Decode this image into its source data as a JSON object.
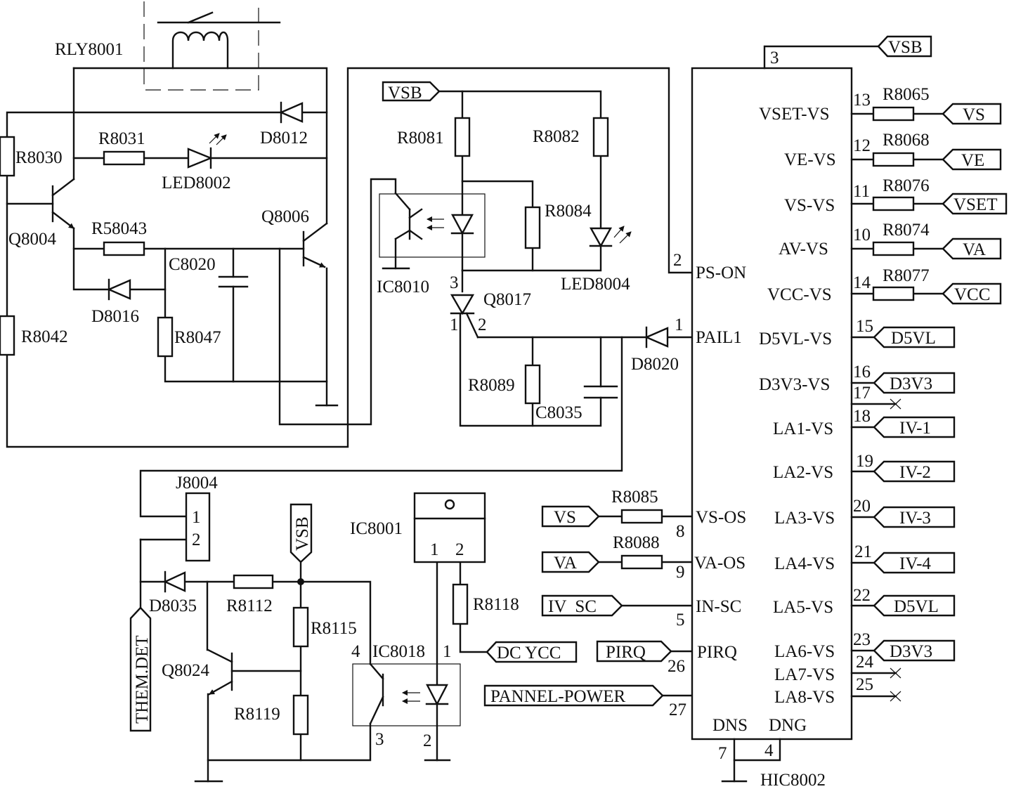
{
  "components": {
    "rly8001": "RLY8001",
    "r8030": "R8030",
    "r8031": "R8031",
    "led8002": "LED8002",
    "d8012": "D8012",
    "q8004": "Q8004",
    "r58043": "R58043",
    "q8006": "Q8006",
    "c8020": "C8020",
    "d8016": "D8016",
    "r8042": "R8042",
    "r8047": "R8047",
    "r8081": "R8081",
    "r8082": "R8082",
    "r8084": "R8084",
    "led8004": "LED8004",
    "ic8010": "IC8010",
    "q8017": "Q8017",
    "r8089": "R8089",
    "c8035": "C8035",
    "d8020": "D8020",
    "j8004": "J8004",
    "ic8001": "IC8001",
    "r8118": "R8118",
    "ic8018": "IC8018",
    "d8035": "D8035",
    "r8112": "R8112",
    "r8115": "R8115",
    "q8024": "Q8024",
    "r8119": "R8119",
    "r8085": "R8085",
    "r8088": "R8088",
    "hic8002": "HIC8002",
    "r8065": "R8065",
    "r8068": "R8068",
    "r8076": "R8076",
    "r8074": "R8074",
    "r8077": "R8077"
  },
  "pin_labels": {
    "q8017_3": "3",
    "q8017_1": "1",
    "q8017_2": "2",
    "j8004_1": "1",
    "j8004_2": "2",
    "ic8001_1": "1",
    "ic8001_2": "2",
    "ic8018_4": "4",
    "ic8018_1": "1",
    "ic8018_3": "3",
    "ic8018_2": "2"
  },
  "connectors": {
    "vsb_top": "VSB",
    "vsb_mid": "VSB",
    "vsb_bottom": "VSB",
    "vs_in": "VS",
    "va_in": "VA",
    "iv_sc": "IV  SC",
    "pirq": "PIRQ",
    "pannel_power": "PANNEL-POWER",
    "dc_ycc": "DC YCC",
    "them_det": "THEM.DET"
  },
  "hic8002": {
    "top_pin": "3",
    "left_pins": [
      {
        "num": "2",
        "name": "PS-ON"
      },
      {
        "num": "1",
        "name": "PAIL1"
      },
      {
        "num": "8",
        "name": "VS-OS"
      },
      {
        "num": "9",
        "name": "VA-OS"
      },
      {
        "num": "5",
        "name": "IN-SC"
      },
      {
        "num": "26",
        "name": "PIRQ"
      },
      {
        "num": "27",
        "name": ""
      }
    ],
    "right_pins": [
      {
        "num": "13",
        "name": "VSET-VS",
        "signal": "VS"
      },
      {
        "num": "12",
        "name": "VE-VS",
        "signal": "VE"
      },
      {
        "num": "11",
        "name": "VS-VS",
        "signal": "VSET"
      },
      {
        "num": "10",
        "name": "AV-VS",
        "signal": "VA"
      },
      {
        "num": "14",
        "name": "VCC-VS",
        "signal": "VCC"
      },
      {
        "num": "15",
        "name": "D5VL-VS",
        "signal": "D5VL"
      },
      {
        "num": "16",
        "name": "D3V3-VS",
        "signal": "D3V3"
      },
      {
        "num": "17",
        "name": "",
        "signal": ""
      },
      {
        "num": "18",
        "name": "LA1-VS",
        "signal": "IV-1"
      },
      {
        "num": "19",
        "name": "LA2-VS",
        "signal": "IV-2"
      },
      {
        "num": "20",
        "name": "LA3-VS",
        "signal": "IV-3"
      },
      {
        "num": "21",
        "name": "LA4-VS",
        "signal": "IV-4"
      },
      {
        "num": "22",
        "name": "LA5-VS",
        "signal": "D5VL"
      },
      {
        "num": "23",
        "name": "LA6-VS",
        "signal": "D3V3"
      },
      {
        "num": "24",
        "name": "LA7-VS",
        "signal": ""
      },
      {
        "num": "25",
        "name": "LA8-VS",
        "signal": ""
      }
    ],
    "bottom_labels": {
      "dns": "DNS",
      "dng": "DNG",
      "pin7": "7",
      "pin4": "4"
    }
  }
}
